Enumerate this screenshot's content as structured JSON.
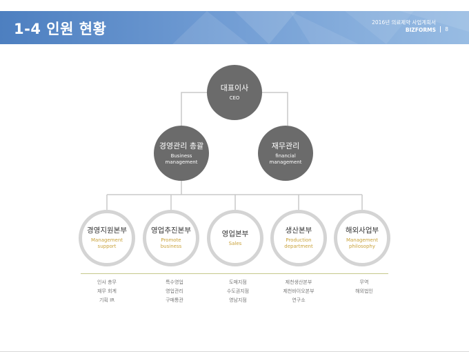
{
  "header": {
    "title": "1-4 인원 현황",
    "subtitle": "2016년 의료제약 사업계획서",
    "brand": "BIZFORMS",
    "page": "8"
  },
  "org": {
    "ceo": {
      "ko": "대표이사",
      "en": "CEO"
    },
    "level2": [
      {
        "ko": "경영관리 총괄",
        "en_lines": [
          "Business",
          "management"
        ]
      },
      {
        "ko": "재무관리",
        "en_lines": [
          "financial",
          "management"
        ]
      }
    ],
    "divisions": [
      {
        "ko": "경영지원본부",
        "en_lines": [
          "Management",
          "support"
        ],
        "items": [
          "인사 총무",
          "재무 회계",
          "기획 IR"
        ]
      },
      {
        "ko": "영업추진본부",
        "en_lines": [
          "Promote",
          "business"
        ],
        "items": [
          "특수영업",
          "영업관리",
          "구매통관"
        ]
      },
      {
        "ko": "영업본부",
        "en_lines": [
          "Sales"
        ],
        "items": [
          "도매지점",
          "수도권지점",
          "영남지점"
        ]
      },
      {
        "ko": "생산본부",
        "en_lines": [
          "Production",
          "department"
        ],
        "items": [
          "제천생산본부",
          "제천바이오본부",
          "연구소"
        ]
      },
      {
        "ko": "해외사업부",
        "en_lines": [
          "Management",
          "philosophy"
        ],
        "items": [
          "무역",
          "해외법인"
        ]
      }
    ]
  },
  "colors": {
    "header_blue": "#5b8ac8",
    "node_gray": "#6b6b6b",
    "ring_gray": "#d4d4d4",
    "english_gold": "#c9a23a"
  }
}
